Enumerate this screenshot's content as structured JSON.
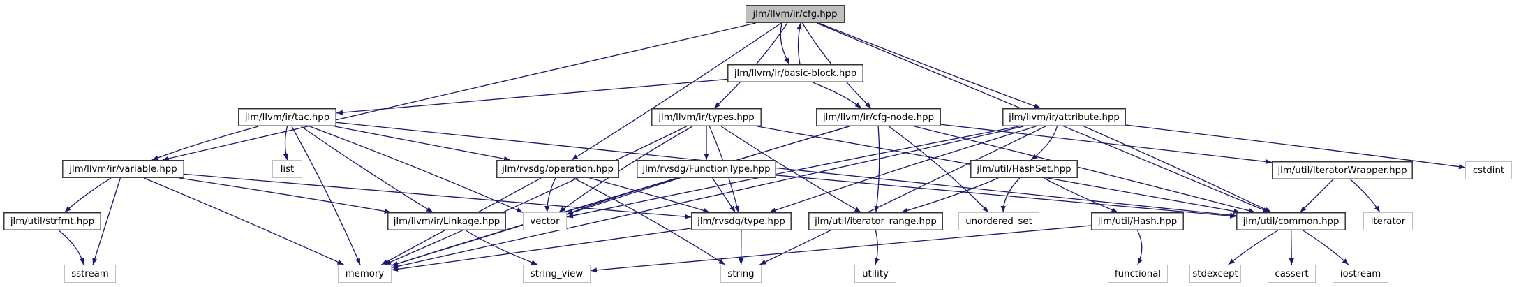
{
  "title": "jlm/llvm/ir/cfg.hpp include dependency graph",
  "colors": {
    "edge": "#191970",
    "root_fill": "#bfbfbf",
    "internal_border": "#404040",
    "external_border": "#bfbfbf"
  },
  "nodes": [
    {
      "id": "cfg",
      "label": "jlm/llvm/ir/cfg.hpp",
      "kind": "root"
    },
    {
      "id": "basic_block",
      "label": "jlm/llvm/ir/basic-block.hpp",
      "kind": "internal"
    },
    {
      "id": "tac",
      "label": "jlm/llvm/ir/tac.hpp",
      "kind": "internal"
    },
    {
      "id": "types",
      "label": "jlm/llvm/ir/types.hpp",
      "kind": "internal"
    },
    {
      "id": "cfg_node",
      "label": "jlm/llvm/ir/cfg-node.hpp",
      "kind": "internal"
    },
    {
      "id": "attribute",
      "label": "jlm/llvm/ir/attribute.hpp",
      "kind": "internal"
    },
    {
      "id": "variable",
      "label": "jlm/llvm/ir/variable.hpp",
      "kind": "internal"
    },
    {
      "id": "list",
      "label": "list",
      "kind": "external"
    },
    {
      "id": "operation",
      "label": "jlm/rvsdg/operation.hpp",
      "kind": "internal"
    },
    {
      "id": "function_type",
      "label": "jlm/rvsdg/FunctionType.hpp",
      "kind": "internal"
    },
    {
      "id": "hashset",
      "label": "jlm/util/HashSet.hpp",
      "kind": "internal"
    },
    {
      "id": "iterator_wrapper",
      "label": "jlm/util/IteratorWrapper.hpp",
      "kind": "internal"
    },
    {
      "id": "cstdint",
      "label": "cstdint",
      "kind": "external"
    },
    {
      "id": "strfmt",
      "label": "jlm/util/strfmt.hpp",
      "kind": "internal"
    },
    {
      "id": "linkage",
      "label": "jlm/llvm/ir/Linkage.hpp",
      "kind": "internal"
    },
    {
      "id": "vector",
      "label": "vector",
      "kind": "external"
    },
    {
      "id": "rvsdg_type",
      "label": "jlm/rvsdg/type.hpp",
      "kind": "internal"
    },
    {
      "id": "iterator_range",
      "label": "jlm/util/iterator_range.hpp",
      "kind": "internal"
    },
    {
      "id": "unordered_set",
      "label": "unordered_set",
      "kind": "external"
    },
    {
      "id": "hash",
      "label": "jlm/util/Hash.hpp",
      "kind": "internal"
    },
    {
      "id": "common",
      "label": "jlm/util/common.hpp",
      "kind": "internal"
    },
    {
      "id": "iterator",
      "label": "iterator",
      "kind": "external"
    },
    {
      "id": "sstream",
      "label": "sstream",
      "kind": "external"
    },
    {
      "id": "memory",
      "label": "memory",
      "kind": "external"
    },
    {
      "id": "string_view",
      "label": "string_view",
      "kind": "external"
    },
    {
      "id": "string",
      "label": "string",
      "kind": "external"
    },
    {
      "id": "utility",
      "label": "utility",
      "kind": "external"
    },
    {
      "id": "functional",
      "label": "functional",
      "kind": "external"
    },
    {
      "id": "stdexcept",
      "label": "stdexcept",
      "kind": "external"
    },
    {
      "id": "cassert",
      "label": "cassert",
      "kind": "external"
    },
    {
      "id": "iostream",
      "label": "iostream",
      "kind": "external"
    }
  ],
  "edges": [
    [
      "cfg",
      "basic_block"
    ],
    [
      "basic_block",
      "cfg"
    ],
    [
      "cfg",
      "variable"
    ],
    [
      "cfg",
      "operation"
    ],
    [
      "cfg",
      "types"
    ],
    [
      "cfg",
      "cfg_node"
    ],
    [
      "cfg",
      "attribute"
    ],
    [
      "cfg",
      "common"
    ],
    [
      "basic_block",
      "tac"
    ],
    [
      "basic_block",
      "cfg_node"
    ],
    [
      "tac",
      "variable"
    ],
    [
      "tac",
      "list"
    ],
    [
      "tac",
      "operation"
    ],
    [
      "tac",
      "memory"
    ],
    [
      "tac",
      "vector"
    ],
    [
      "tac",
      "common"
    ],
    [
      "tac",
      "linkage"
    ],
    [
      "types",
      "function_type"
    ],
    [
      "types",
      "rvsdg_type"
    ],
    [
      "types",
      "memory"
    ],
    [
      "types",
      "vector"
    ],
    [
      "types",
      "iterator_range"
    ],
    [
      "types",
      "common"
    ],
    [
      "cfg_node",
      "iterator_range"
    ],
    [
      "cfg_node",
      "unordered_set"
    ],
    [
      "cfg_node",
      "vector"
    ],
    [
      "cfg_node",
      "memory"
    ],
    [
      "cfg_node",
      "iterator_wrapper"
    ],
    [
      "cfg_node",
      "common"
    ],
    [
      "attribute",
      "hashset"
    ],
    [
      "attribute",
      "rvsdg_type"
    ],
    [
      "attribute",
      "memory"
    ],
    [
      "attribute",
      "string"
    ],
    [
      "attribute",
      "common"
    ],
    [
      "attribute",
      "cstdint"
    ],
    [
      "attribute",
      "vector"
    ],
    [
      "variable",
      "strfmt"
    ],
    [
      "variable",
      "sstream"
    ],
    [
      "variable",
      "memory"
    ],
    [
      "variable",
      "linkage"
    ],
    [
      "variable",
      "rvsdg_type"
    ],
    [
      "operation",
      "vector"
    ],
    [
      "operation",
      "memory"
    ],
    [
      "operation",
      "rvsdg_type"
    ],
    [
      "operation",
      "string"
    ],
    [
      "function_type",
      "vector"
    ],
    [
      "function_type",
      "memory"
    ],
    [
      "function_type",
      "rvsdg_type"
    ],
    [
      "function_type",
      "common"
    ],
    [
      "hashset",
      "iterator_range"
    ],
    [
      "hashset",
      "unordered_set"
    ],
    [
      "hashset",
      "hash"
    ],
    [
      "iterator_wrapper",
      "common"
    ],
    [
      "iterator_wrapper",
      "iterator"
    ],
    [
      "strfmt",
      "sstream"
    ],
    [
      "linkage",
      "string_view"
    ],
    [
      "rvsdg_type",
      "memory"
    ],
    [
      "rvsdg_type",
      "string"
    ],
    [
      "iterator_range",
      "utility"
    ],
    [
      "hash",
      "functional"
    ],
    [
      "hash",
      "string_view"
    ],
    [
      "common",
      "stdexcept"
    ],
    [
      "common",
      "cassert"
    ],
    [
      "common",
      "iostream"
    ]
  ]
}
